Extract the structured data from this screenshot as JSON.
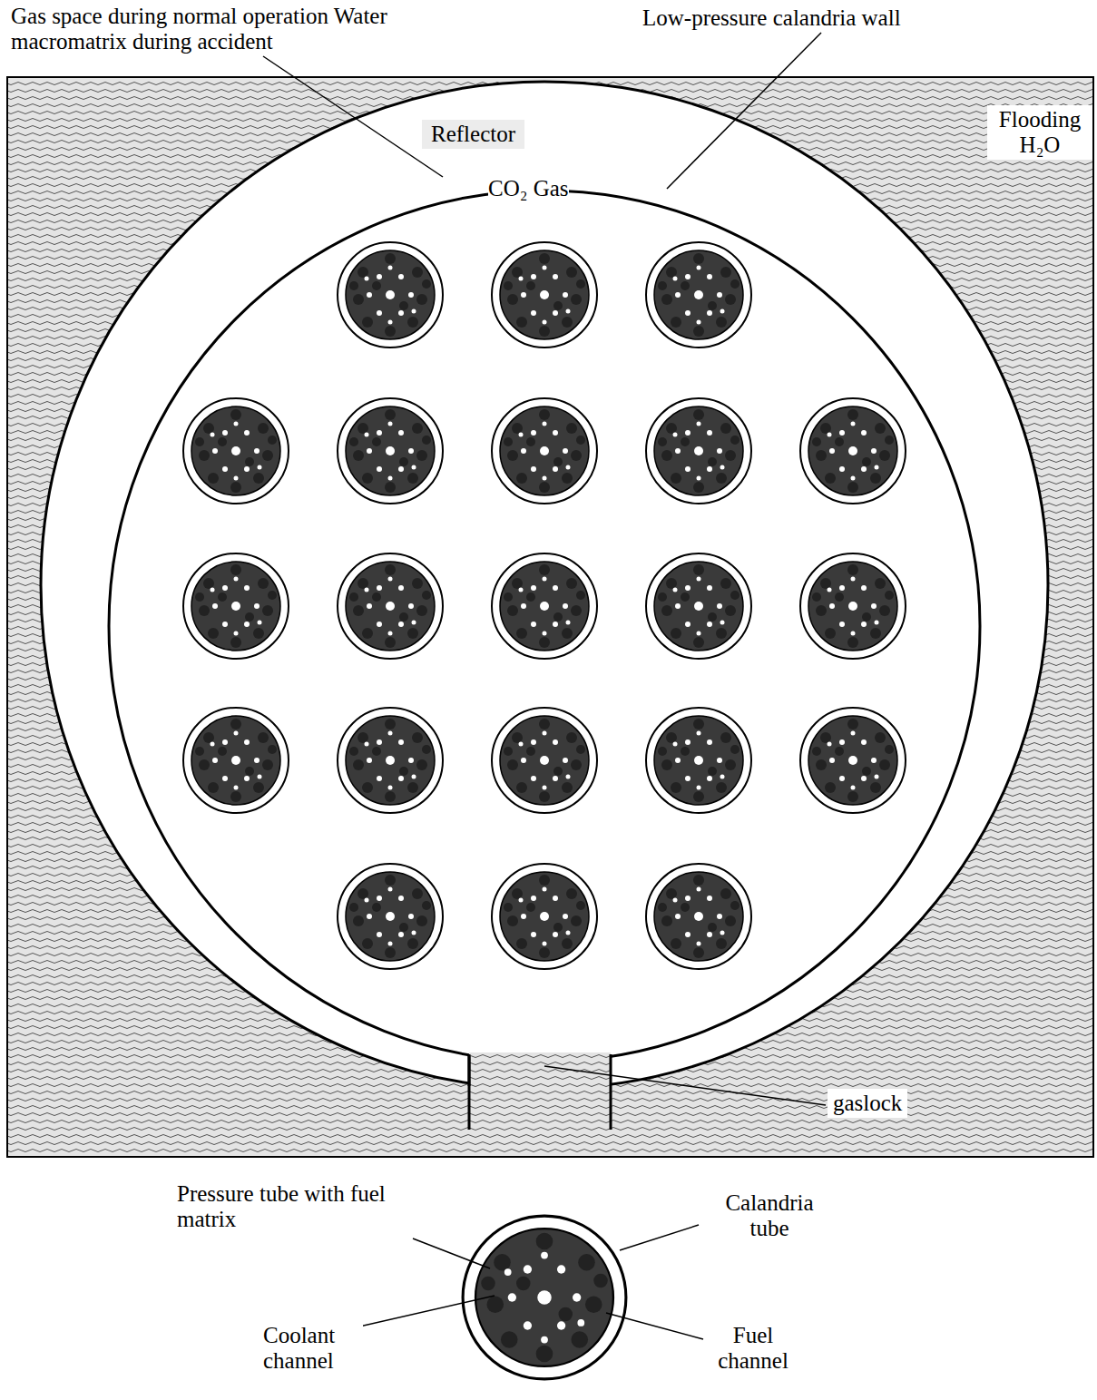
{
  "diagram": {
    "labels": [
      "Gas space during normal operation Water macromatrix during accident",
      "Low-pressure calandria wall",
      "Reflector",
      "CO₂ Gas",
      "Flooding H₂O",
      "gaslock",
      "Pressure tube with fuel matrix",
      "Calandria tube",
      "Coolant channel",
      "Fuel channel"
    ]
  }
}
